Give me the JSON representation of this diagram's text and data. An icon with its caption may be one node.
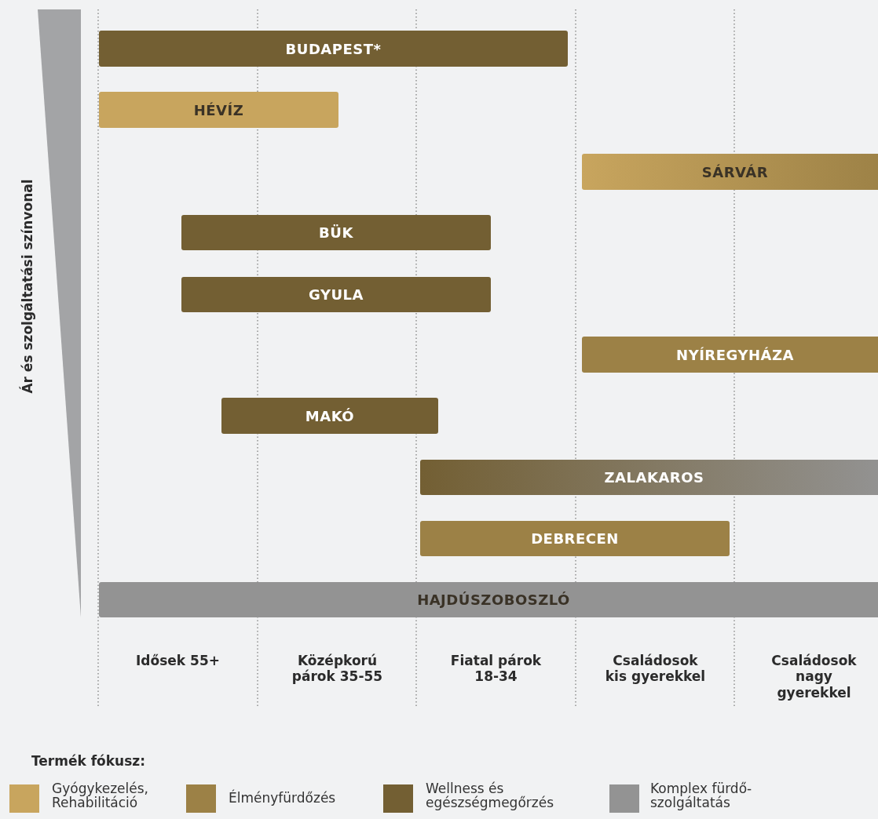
{
  "diagram": {
    "nodes": [
      {
        "text": [
          "BUDAPEST*"
        ]
      },
      {
        "text": [
          "HÉVÍZ"
        ]
      },
      {
        "text": [
          "SÁRVÁR"
        ]
      },
      {
        "text": [
          "BÜK"
        ]
      },
      {
        "text": [
          "GYULA"
        ]
      },
      {
        "text": [
          "NYÍREGYHÁZA"
        ]
      },
      {
        "text": [
          "MAKÓ"
        ]
      },
      {
        "text": [
          "ZALAKAROS"
        ]
      },
      {
        "text": [
          "DEBRECEN"
        ]
      },
      {
        "text": [
          "HAJDÚSZOBOSZLÓ"
        ]
      },
      {
        "text": [],
        "shape": "triangle"
      }
    ],
    "edges": [],
    "labels": [
      "Ár és szolgáltatási színvonal",
      "Idősek 55+",
      "Középkorú párok 35-55",
      "Fiatal párok 18-34",
      "Családosok kis gyerekkel",
      "Családosok nagy gyerekkel",
      "Termék fókusz:"
    ],
    "legend": [
      {
        "text": "Gyógykezelés, Rehabilitáció",
        "color": "#c8a55e"
      },
      {
        "text": "Élményfürdőzés",
        "color": "#9c8146"
      },
      {
        "text": "Wellness és egészségmegőrzés",
        "color": "#735f33"
      },
      {
        "text": "Komplex fürdő-szolgáltatás",
        "color": "#939393"
      }
    ]
  }
}
